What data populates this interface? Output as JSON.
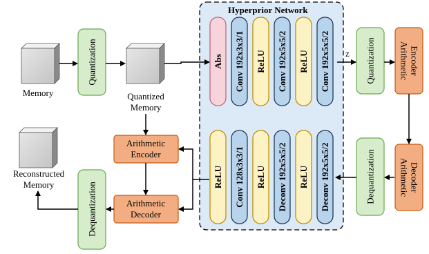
{
  "hyperprior": {
    "title": "Hyperprior Network"
  },
  "labels": {
    "memory": "Memory",
    "quantized_line1": "Quantized",
    "quantized_line2": "Memory",
    "reconstructed_line1": "Reconstructed",
    "reconstructed_line2": "Memory",
    "z": "z"
  },
  "blocks": {
    "quantization_left": "Quantization",
    "quantization_right": "Quantization",
    "dequantization_left": "Dequantization",
    "dequantization_right": "Dequantization",
    "arith_encoder_right_1": "Arithmetic",
    "arith_encoder_right_2": "Encoder",
    "arith_decoder_right_1": "Arithmetic",
    "arith_decoder_right_2": "Decoder",
    "arith_encoder_mid_1": "Arithmetic",
    "arith_encoder_mid_2": "Encoder",
    "arith_decoder_mid_1": "Arithmetic",
    "arith_decoder_mid_2": "Decoder"
  },
  "encoder_layers": [
    "Abs",
    "Conv 192x3x3/1",
    "ReLU",
    "Conv 192x5x5/2",
    "ReLU",
    "Conv 192x5x5/2"
  ],
  "decoder_layers": [
    "ReLU",
    "Conv 128x3x3/1",
    "ReLU",
    "Deconv 192x5x5/2",
    "ReLU",
    "Deconv 192x5x5/2"
  ],
  "colors": {
    "green": "#d6eccb",
    "orange": "#f2ae82",
    "yellow": "#fdf2c4",
    "blue_pill": "#b8d3ec",
    "pink": "#f7d4dc",
    "panel": "#dce9f7"
  }
}
